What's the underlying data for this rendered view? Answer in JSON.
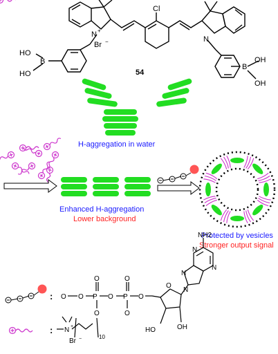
{
  "colors": {
    "aggregate_green": "#22dd22",
    "blue_label": "#1a1aff",
    "red_label": "#ff2222",
    "surfactant_magenta": "#cc33cc",
    "phosphate_head": "#ff5555",
    "ink": "#000000"
  },
  "dye": {
    "compound_number": "54",
    "chloro": "Cl",
    "counter_ion": "Br",
    "n_plus": "N",
    "n_neutral": "N",
    "boron_left": "B",
    "boron_right": "B",
    "oh_left_top": "HO",
    "oh_left_bottom": "HO",
    "oh_right_top": "OH",
    "oh_right_bottom": "OH"
  },
  "captions": {
    "h_aggregation_water": "H-aggregation in water",
    "enhanced_h_aggregation": "Enhanced H-aggregation",
    "lower_background": "Lower background",
    "protected_by_vesicles": "Protected by vesicles",
    "stronger_output_signal": "Stronger output signal"
  },
  "atp": {
    "amine": "NH2",
    "ring_n": "N",
    "oh_left": "HO",
    "oh_right": "OH",
    "phosphate_o": "O",
    "phosphate_p": "P"
  },
  "surfactant": {
    "ammonium_n": "N",
    "counter_ion": "Br",
    "chain_repeat": "10"
  }
}
